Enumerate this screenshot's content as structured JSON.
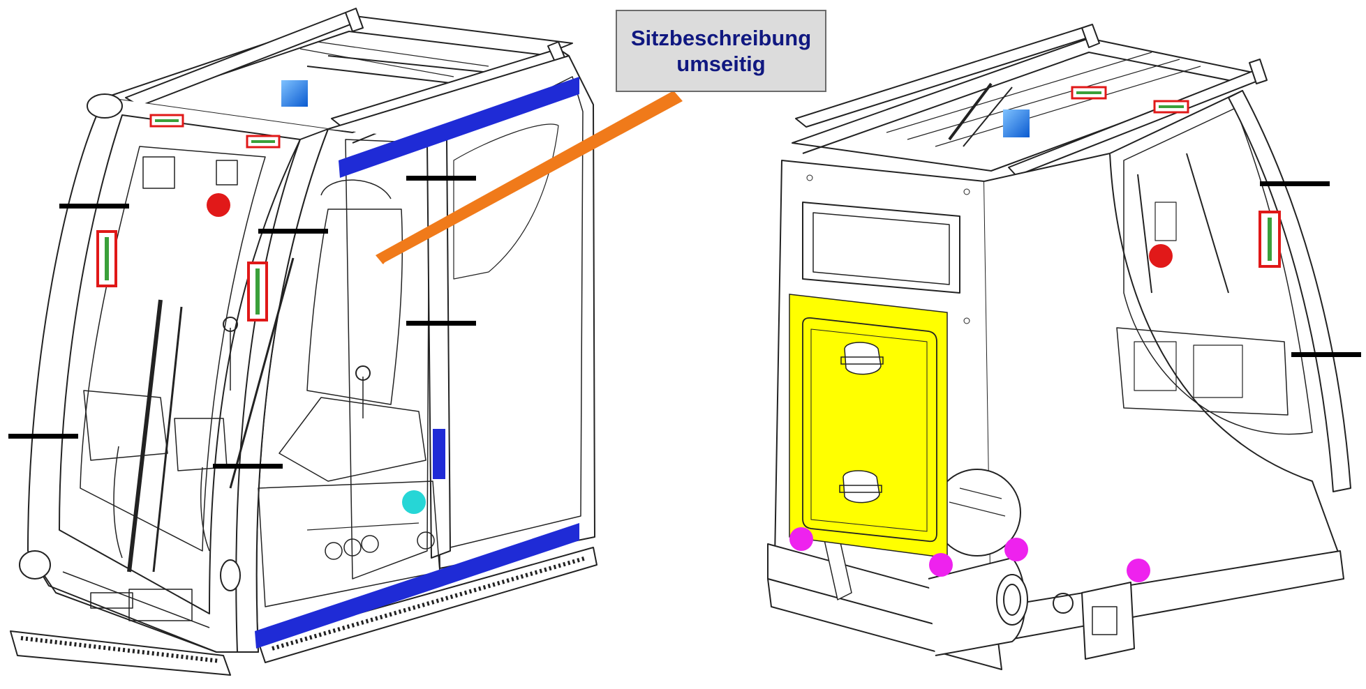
{
  "callout": {
    "line1": "Sitzbeschreibung",
    "line2": "umseitig"
  },
  "colors": {
    "callout_text": "#101880",
    "callout_bg": "#dcdcdc",
    "arrow": "#f07a1a",
    "blue_strip": "#1f2bd6",
    "marker_red": "#e11919",
    "marker_cyan": "#26d6d6",
    "marker_magenta": "#ee22ee",
    "marker_blue_square": "#1e7ee6",
    "highlight_yellow": "#ffff00",
    "label_frame": "#e01818",
    "label_inner": "#3aa03a"
  },
  "icons": {
    "left_cab": "operator-cab-front-view-drawing",
    "right_cab": "operator-cab-rear-view-drawing"
  }
}
